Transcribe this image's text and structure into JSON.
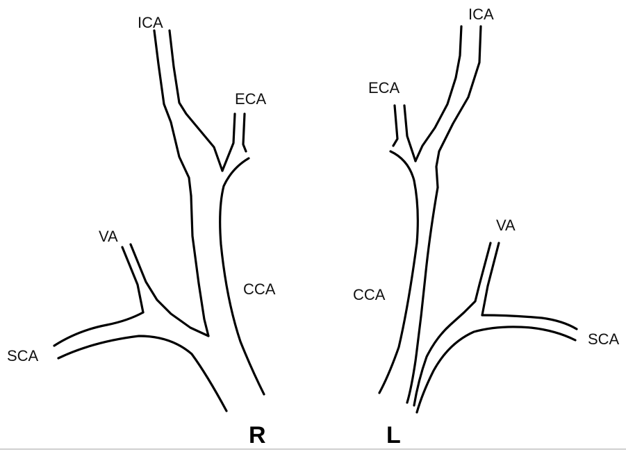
{
  "colors": {
    "line": "#000000",
    "background": "#ffffff",
    "border": "#cfcfcf"
  },
  "right": {
    "side_label": "R",
    "labels": {
      "ica": "ICA",
      "eca": "ECA",
      "va": "VA",
      "cca": "CCA",
      "sca": "SCA"
    }
  },
  "left": {
    "side_label": "L",
    "labels": {
      "ica": "ICA",
      "eca": "ECA",
      "va": "VA",
      "cca": "CCA",
      "sca": "SCA"
    }
  }
}
